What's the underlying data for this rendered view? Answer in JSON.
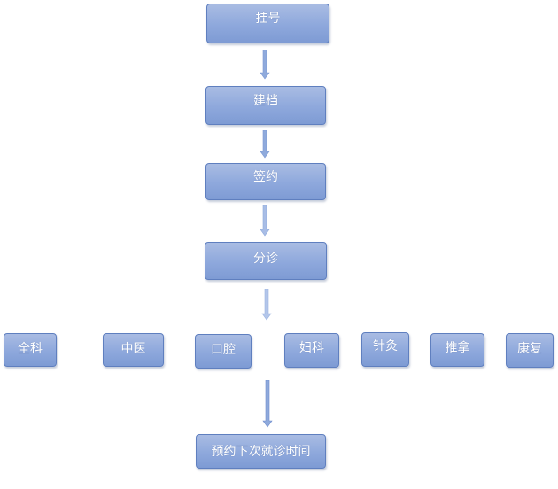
{
  "flow": {
    "steps": [
      "挂号",
      "建档",
      "签约",
      "分诊"
    ],
    "departments": [
      "全科",
      "中医",
      "口腔",
      "妇科",
      "针灸",
      "推拿",
      "康复"
    ],
    "final": "预约下次就诊时间"
  },
  "colors": {
    "box_fill": "#8ea8dc",
    "box_border": "#5f7fbf",
    "arrow": "#8faadc",
    "text": "#ffffff"
  }
}
